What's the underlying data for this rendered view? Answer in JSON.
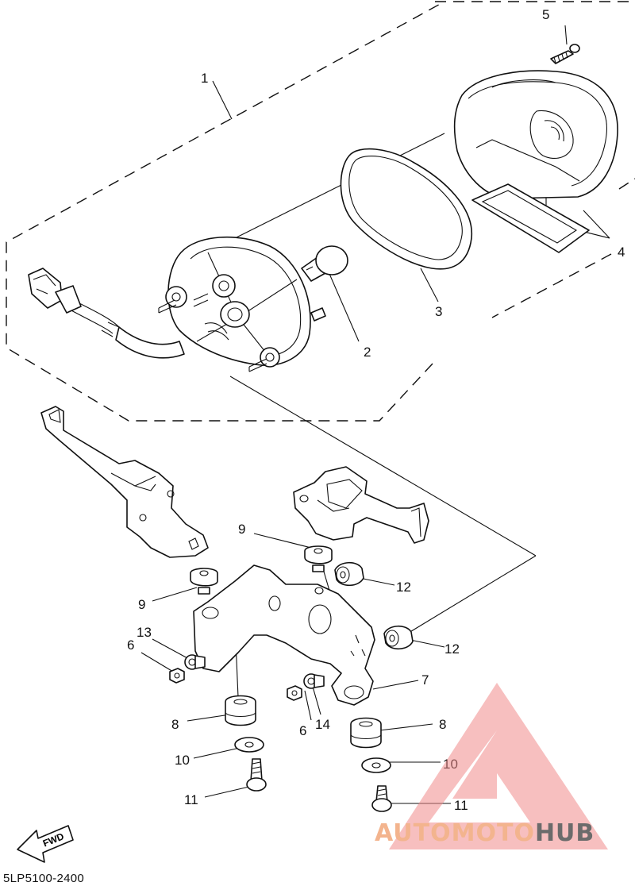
{
  "callouts": {
    "c1": "1",
    "c2": "2",
    "c3": "3",
    "c4": "4",
    "c5": "5",
    "c6a": "6",
    "c6b": "6",
    "c7": "7",
    "c8a": "8",
    "c8b": "8",
    "c9a": "9",
    "c9b": "9",
    "c10a": "10",
    "c10b": "10",
    "c11a": "11",
    "c11b": "11",
    "c12a": "12",
    "c12b": "12",
    "c13": "13",
    "c14": "14"
  },
  "fwd_label": "FWD",
  "document_code": "5LP5100-2400",
  "watermark": {
    "part1": "AUTOMOTO",
    "part2": "HUB",
    "accent": "#f08a8a",
    "text_accent": "#f3b48e",
    "text_dark": "#6b6b6b"
  }
}
